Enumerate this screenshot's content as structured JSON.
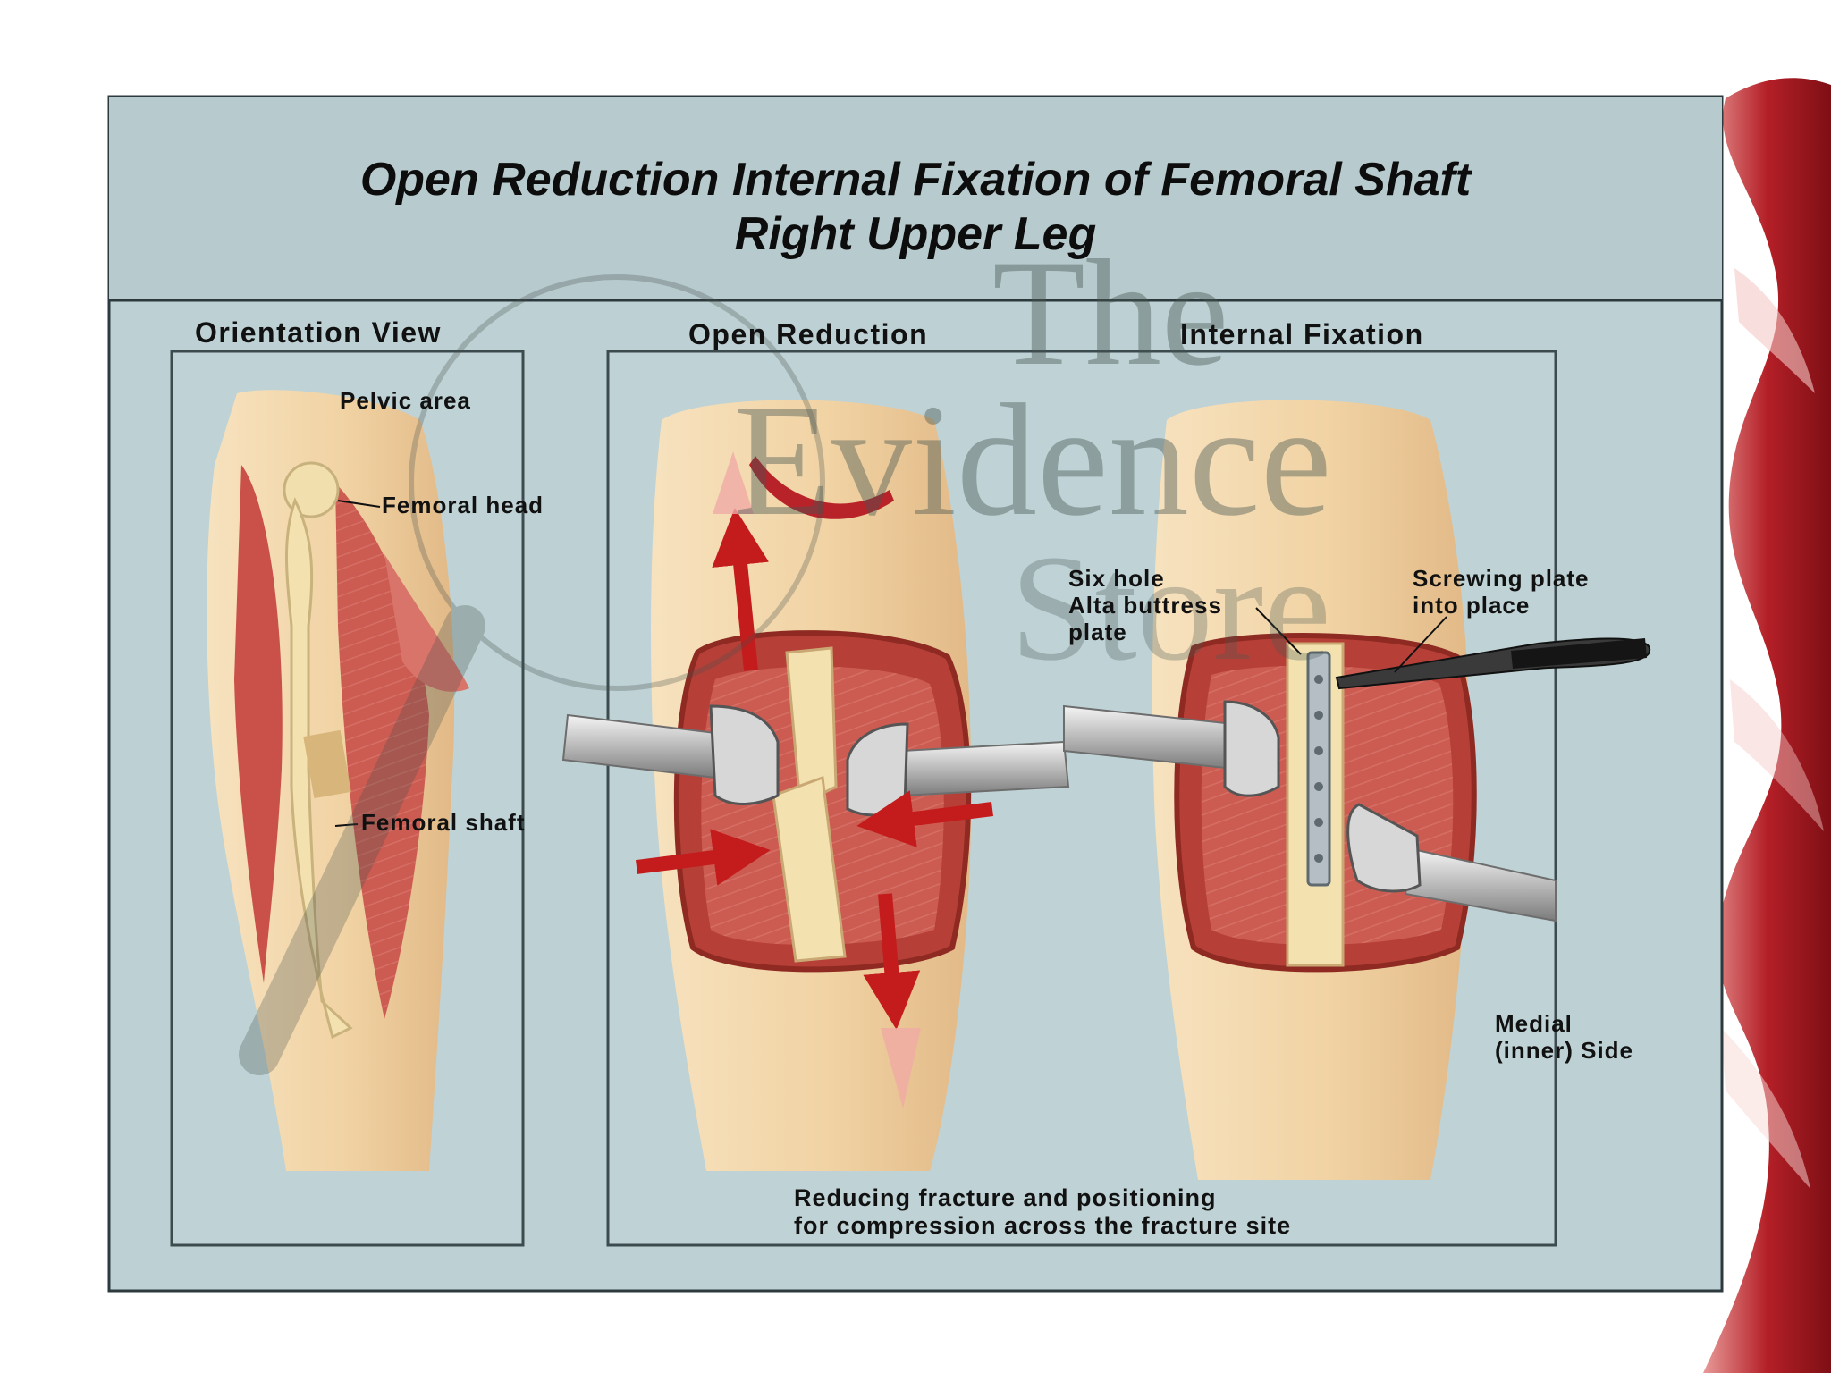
{
  "title": {
    "line1": "Open Reduction Internal Fixation of Femoral Shaft",
    "line2": "Right Upper Leg"
  },
  "panels": {
    "orientation": {
      "heading": "Orientation View",
      "labels": {
        "pelvic_area": "Pelvic area",
        "femoral_head": "Femoral head",
        "femoral_shaft": "Femoral shaft"
      }
    },
    "open_reduction": {
      "heading": "Open Reduction"
    },
    "internal_fixation": {
      "heading": "Internal Fixation",
      "labels": {
        "plate_line1": "Six hole",
        "plate_line2": "Alta buttress",
        "plate_line3": "plate",
        "screwing_line1": "Screwing plate",
        "screwing_line2": "into place",
        "medial_line1": "Medial",
        "medial_line2": "(inner) Side"
      }
    },
    "caption": {
      "line1": "Reducing fracture and positioning",
      "line2": "for compression across the fracture site"
    }
  },
  "watermark": {
    "line1": "The",
    "line2": "Evidence",
    "line3": "Store"
  },
  "colors": {
    "background": "#ffffff",
    "frame_fill": "#bcd0d3",
    "skin": "#f1d5a8",
    "muscle": "#c84f45",
    "bone": "#f3e1b0",
    "arrow": "#c41c1c",
    "instrument": "#c9c9c9",
    "decor_red": "#b8232a"
  }
}
